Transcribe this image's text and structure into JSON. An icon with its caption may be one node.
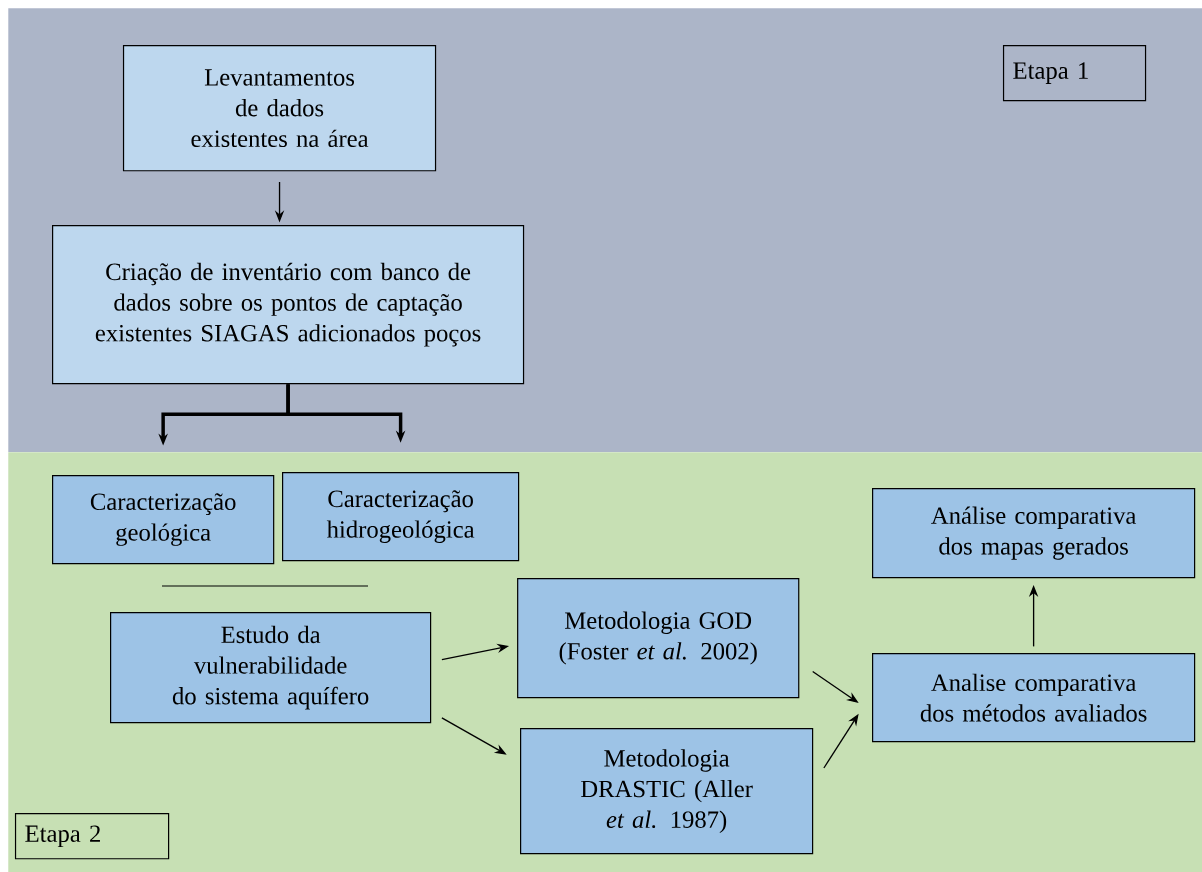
{
  "diagram": {
    "nodes": [
      {
        "text": [],
        "shape": "box"
      },
      {
        "text": [
          "Etapa 1"
        ],
        "in": 0
      },
      {
        "text": [
          "Levantamentos de dados existentes na área"
        ],
        "in": 0
      },
      {
        "text": [
          "Criação de inventário com banco de dados sobre os pontos de captação existentes SIAGAS adicionados poços"
        ],
        "in": 0
      },
      {
        "text": [],
        "shape": "box"
      },
      {
        "text": [
          "Caracterização geológica"
        ],
        "in": 4
      },
      {
        "text": [
          "Caracterização hidrogeológica"
        ],
        "in": 4
      },
      {
        "text": [
          "Estudo da vulnerabilidade do sistema aquífero"
        ],
        "in": 4
      },
      {
        "text": [
          "Metodologia GOD (Foster *et al.* 2002)"
        ],
        "in": 4
      },
      {
        "text": [
          "Metodologia DRASTIC (Aller *et al.* 1987)"
        ],
        "in": 4
      },
      {
        "text": [
          "Análise comparativa dos mapas gerados"
        ],
        "in": 4
      },
      {
        "text": [
          "Analise comparativa dos métodos avaliados"
        ],
        "in": 4
      },
      {
        "text": [
          "Etapa 2"
        ],
        "in": 4
      }
    ],
    "edges": [
      {
        "from": 2,
        "to": 3,
        "arrow": "to"
      },
      {
        "from": 3,
        "to": 5,
        "arrow": "to",
        "style": "thick"
      },
      {
        "from": 3,
        "to": 6,
        "arrow": "to",
        "style": "thick"
      },
      {
        "from": 7,
        "to": 8,
        "arrow": "to"
      },
      {
        "from": 7,
        "to": 9,
        "arrow": "to"
      },
      {
        "from": 8,
        "to": 11,
        "arrow": "to"
      },
      {
        "from": 9,
        "to": 11,
        "arrow": "to"
      },
      {
        "from": 11,
        "to": 10,
        "arrow": "to"
      }
    ]
  }
}
